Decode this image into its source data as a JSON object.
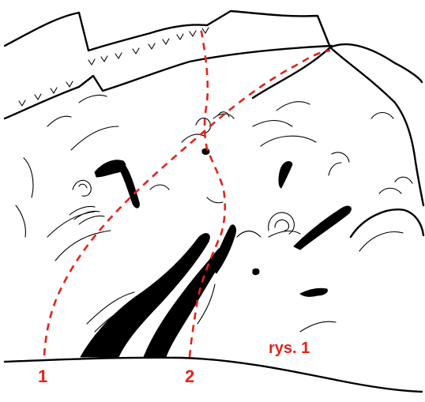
{
  "figure": {
    "caption": "rys. 1",
    "route_numbers": [
      "1",
      "2"
    ],
    "route_color": "#e3231b",
    "rock_color": "#000000"
  }
}
